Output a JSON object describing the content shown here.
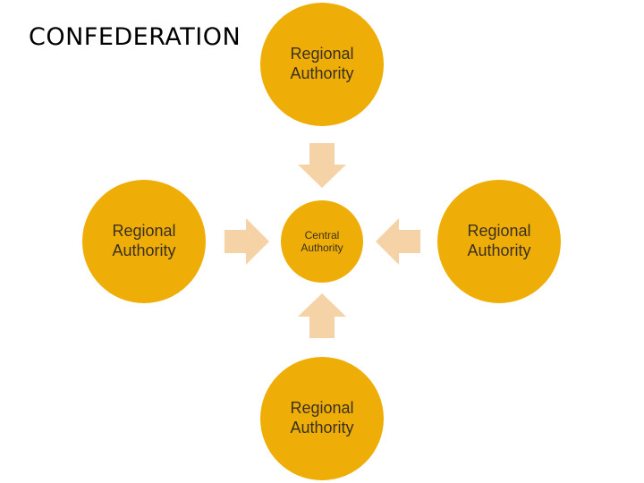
{
  "title": "CONFEDERATION",
  "colors": {
    "node_fill": "#EFAE07",
    "arrow_fill": "#F6D3A6",
    "text": "#3A3020"
  },
  "nodes": {
    "central": {
      "line1": "Central",
      "line2": "Authority"
    },
    "top": {
      "line1": "Regional",
      "line2": "Authority"
    },
    "left": {
      "line1": "Regional",
      "line2": "Authority"
    },
    "right": {
      "line1": "Regional",
      "line2": "Authority"
    },
    "bottom": {
      "line1": "Regional",
      "line2": "Authority"
    }
  },
  "arrows": [
    {
      "name": "arrow-top-to-central",
      "direction": "down"
    },
    {
      "name": "arrow-left-to-central",
      "direction": "right"
    },
    {
      "name": "arrow-right-to-central",
      "direction": "left"
    },
    {
      "name": "arrow-bottom-to-central",
      "direction": "up"
    }
  ]
}
